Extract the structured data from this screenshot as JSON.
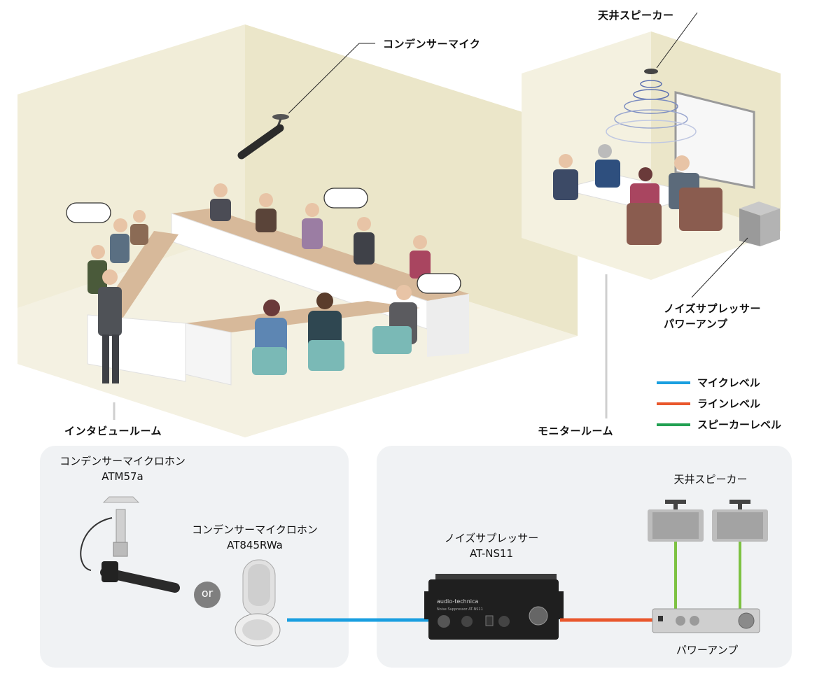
{
  "scene": {
    "condenser_mic_label": "コンデンサーマイク",
    "ceiling_speaker_label": "天井スピーカー",
    "noise_amp_label_line1": "ノイズサプレッサー",
    "noise_amp_label_line2": "パワーアンプ",
    "interview_room_label": "インタビュールーム",
    "monitor_room_label": "モニタールーム"
  },
  "legend": {
    "items": [
      {
        "label": "マイクレベル",
        "color": "#1a9fe0"
      },
      {
        "label": "ラインレベル",
        "color": "#e9572c"
      },
      {
        "label": "スピーカーレベル",
        "color": "#22a052"
      }
    ]
  },
  "devices": {
    "mic1_line1": "コンデンサーマイクロホン",
    "mic1_line2": "ATM57a",
    "mic2_line1": "コンデンサーマイクロホン",
    "mic2_line2": "AT845RWa",
    "or_label": "or",
    "ns_line1": "ノイズサプレッサー",
    "ns_line2": "AT-NS11",
    "speaker_label": "天井スピーカー",
    "amp_label": "パワーアンプ",
    "ns_brand": "audio-technica",
    "ns_model": "Noise Suppressor  AT-NS11"
  },
  "colors": {
    "wire_speaker": "#7dc242",
    "panel_bg": "#f0f2f4"
  }
}
